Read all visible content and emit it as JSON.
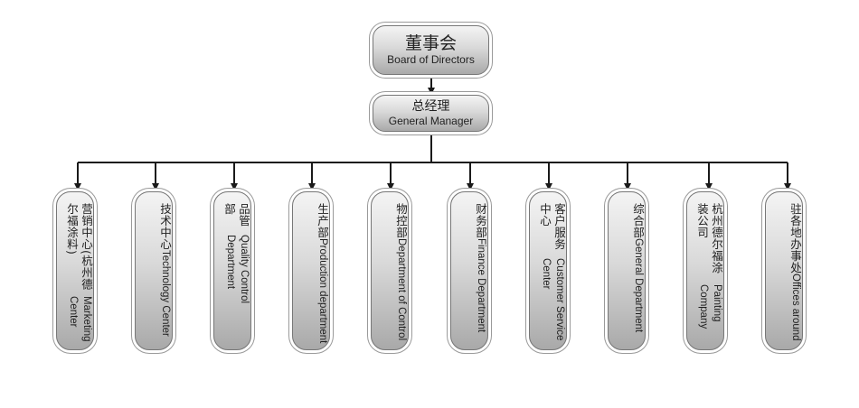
{
  "board": {
    "cn": "董事会",
    "en": "Board of Directors"
  },
  "gm": {
    "cn": "总经理",
    "en": "General Manager"
  },
  "departments": [
    {
      "cn": "营销中心(杭州德尔福涂料)",
      "en": "Marketing Center"
    },
    {
      "cn": "技术中心",
      "en": "Technology Center"
    },
    {
      "cn": "品管部",
      "en": "Quality Control Department"
    },
    {
      "cn": "生产部",
      "en": "Production department"
    },
    {
      "cn": "物控部",
      "en": "Department of Control"
    },
    {
      "cn": "财务部",
      "en": "Finance Department"
    },
    {
      "cn": "客户服务中心",
      "en": "Customer Service Center"
    },
    {
      "cn": "综合部",
      "en": "General Department"
    },
    {
      "cn": "杭州德尔福涂装公司",
      "en": "Painting Company"
    },
    {
      "cn": "驻各地办事处",
      "en": "Offices around"
    }
  ],
  "colors": {
    "line": "#1a1a1a",
    "box_border": "#777777"
  }
}
